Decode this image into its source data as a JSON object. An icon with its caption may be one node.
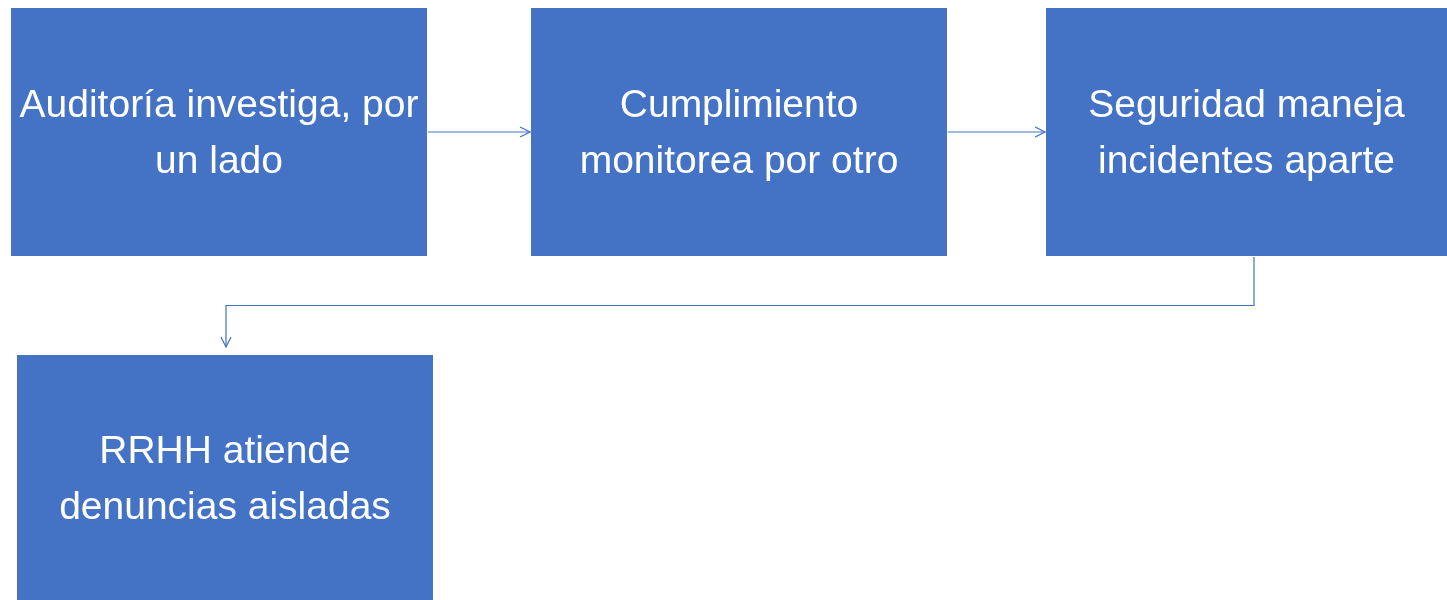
{
  "diagram": {
    "nodes": [
      {
        "text": [
          "Auditoría investiga, por un lado"
        ]
      },
      {
        "text": [
          "Cumplimiento monitorea por otro"
        ]
      },
      {
        "text": [
          "Seguridad maneja incidentes aparte"
        ]
      },
      {
        "text": [
          "RRHH atiende denuncias aisladas"
        ]
      }
    ],
    "edges": [
      {
        "from": 0,
        "to": 1,
        "arrow": "to"
      },
      {
        "from": 1,
        "to": 2,
        "arrow": "to"
      },
      {
        "from": 2,
        "to": 3,
        "arrow": "to"
      }
    ]
  }
}
